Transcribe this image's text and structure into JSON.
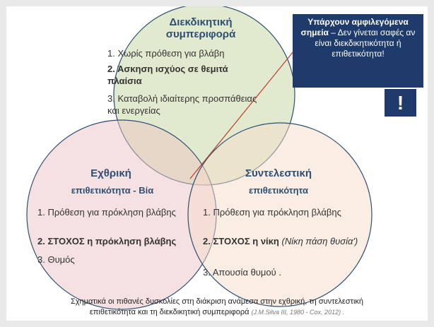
{
  "assertive": {
    "title": "Διεκδικητική συμπεριφορά",
    "items": [
      "1. Χωρίς πρόθεση για βλάβη",
      "2. Άσκηση ισχύος σε θεμιτά πλαίσια",
      "3. Καταβολή ιδιαίτερης προσπάθειας και ενεργείας"
    ]
  },
  "hostile": {
    "title": "Εχθρική",
    "subtitle": "επιθετικότητα - Βία",
    "items": [
      "1. Πρόθεση για πρόκληση βλάβης",
      "2. ΣΤΟΧΟΣ η πρόκληση βλάβης",
      "3. Θυμός"
    ]
  },
  "instrumental": {
    "title": "Συντελεστική",
    "subtitle": "επιθετικότητα",
    "items": [
      "1. Πρόθεση για πρόκληση βλάβης",
      "2. ΣΤΟΧΟΣ η νίκη",
      "(Νίκη πάση θυσία')",
      "3. Απουσία θυμού ."
    ]
  },
  "callout": {
    "bold": "Υπάρχουν αμφιλεγόμενα σημεία",
    "text": " – Δεν γίνεται σαφές αν είναι διεκδικητικότητα ή επιθετικότητα!",
    "mark": "!"
  },
  "caption": {
    "line1": "Σχηματικά οι πιθανές δυσκολίες στη διάκριση ανάμεσα στην εχθρική, τη συντελεστική",
    "line2": "επιθετικότητα και τη διεκδικητική συμπεριφορά",
    "citation": "(J.M.Silva III, 1980 - Cox, 2012) ."
  },
  "colors": {
    "assertive_fill": "#c8d9a6",
    "hostile_fill": "#ecc4c4",
    "instrumental_fill": "#f5dcc9",
    "circle_stroke": "#2d4f73",
    "callout_bg": "#1f3b6b",
    "pointer_line": "#c0392b"
  }
}
